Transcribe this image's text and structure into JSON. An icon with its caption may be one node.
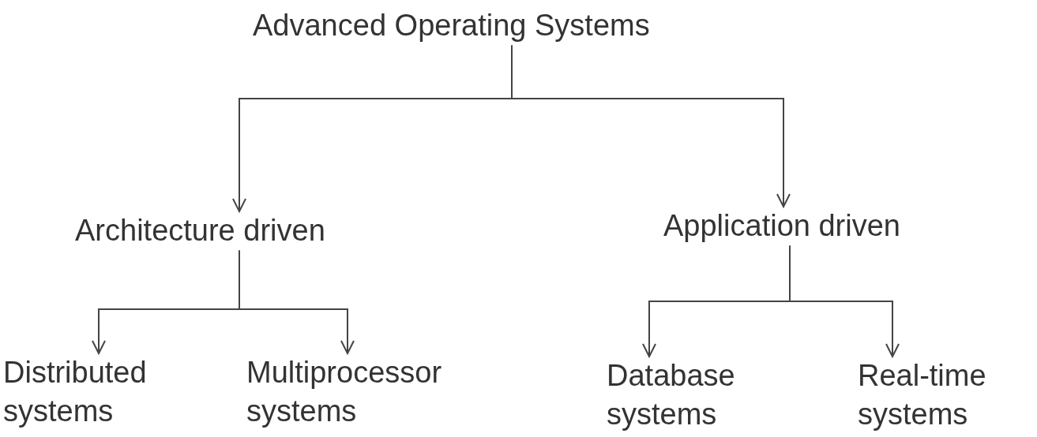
{
  "diagram": {
    "nodes": [
      {
        "text": [
          "Advanced Operating Systems"
        ]
      },
      {
        "text": [
          "Architecture driven"
        ]
      },
      {
        "text": [
          "Application driven"
        ]
      },
      {
        "text": [
          "Distributed systems"
        ]
      },
      {
        "text": [
          "Multiprocessor systems"
        ]
      },
      {
        "text": [
          "Database systems"
        ]
      },
      {
        "text": [
          "Real-time systems"
        ]
      }
    ],
    "edges": [
      {
        "from": 0,
        "to": 1,
        "arrow": "to"
      },
      {
        "from": 0,
        "to": 2,
        "arrow": "to"
      },
      {
        "from": 1,
        "to": 3,
        "arrow": "to"
      },
      {
        "from": 1,
        "to": 4,
        "arrow": "to"
      },
      {
        "from": 2,
        "to": 5,
        "arrow": "to"
      },
      {
        "from": 2,
        "to": 6,
        "arrow": "to"
      }
    ]
  }
}
